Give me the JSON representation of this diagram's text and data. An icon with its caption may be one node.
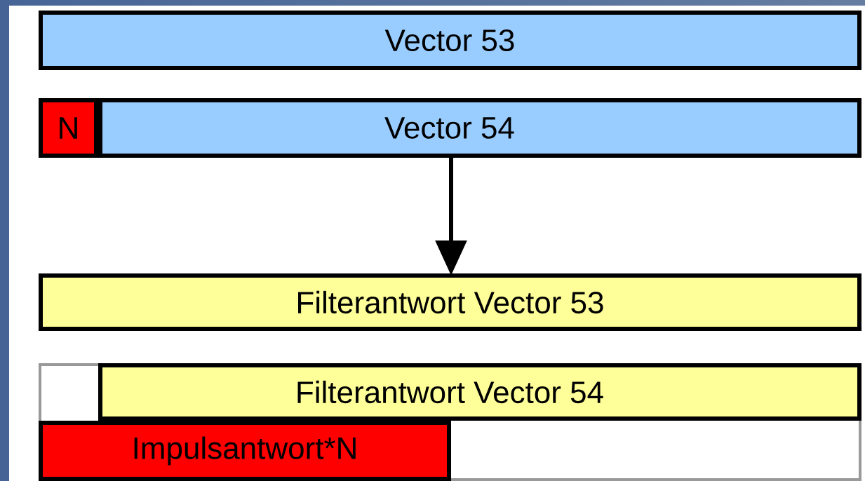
{
  "diagram": {
    "nodes": [
      {
        "text": [
          "Vector 53"
        ]
      },
      {
        "text": [
          "Vector 54"
        ]
      },
      {
        "text": [
          "N"
        ]
      },
      {
        "text": [
          "Filterantwort Vector 53"
        ]
      },
      {
        "text": [],
        "shape": "box"
      },
      {
        "text": [
          "Filterantwort Vector 54"
        ],
        "in": 4
      },
      {
        "text": [
          "Impulsantwort*N"
        ],
        "in": 4
      }
    ],
    "edges": [
      {
        "from": 1,
        "to": 3,
        "arrow": "to"
      }
    ]
  }
}
